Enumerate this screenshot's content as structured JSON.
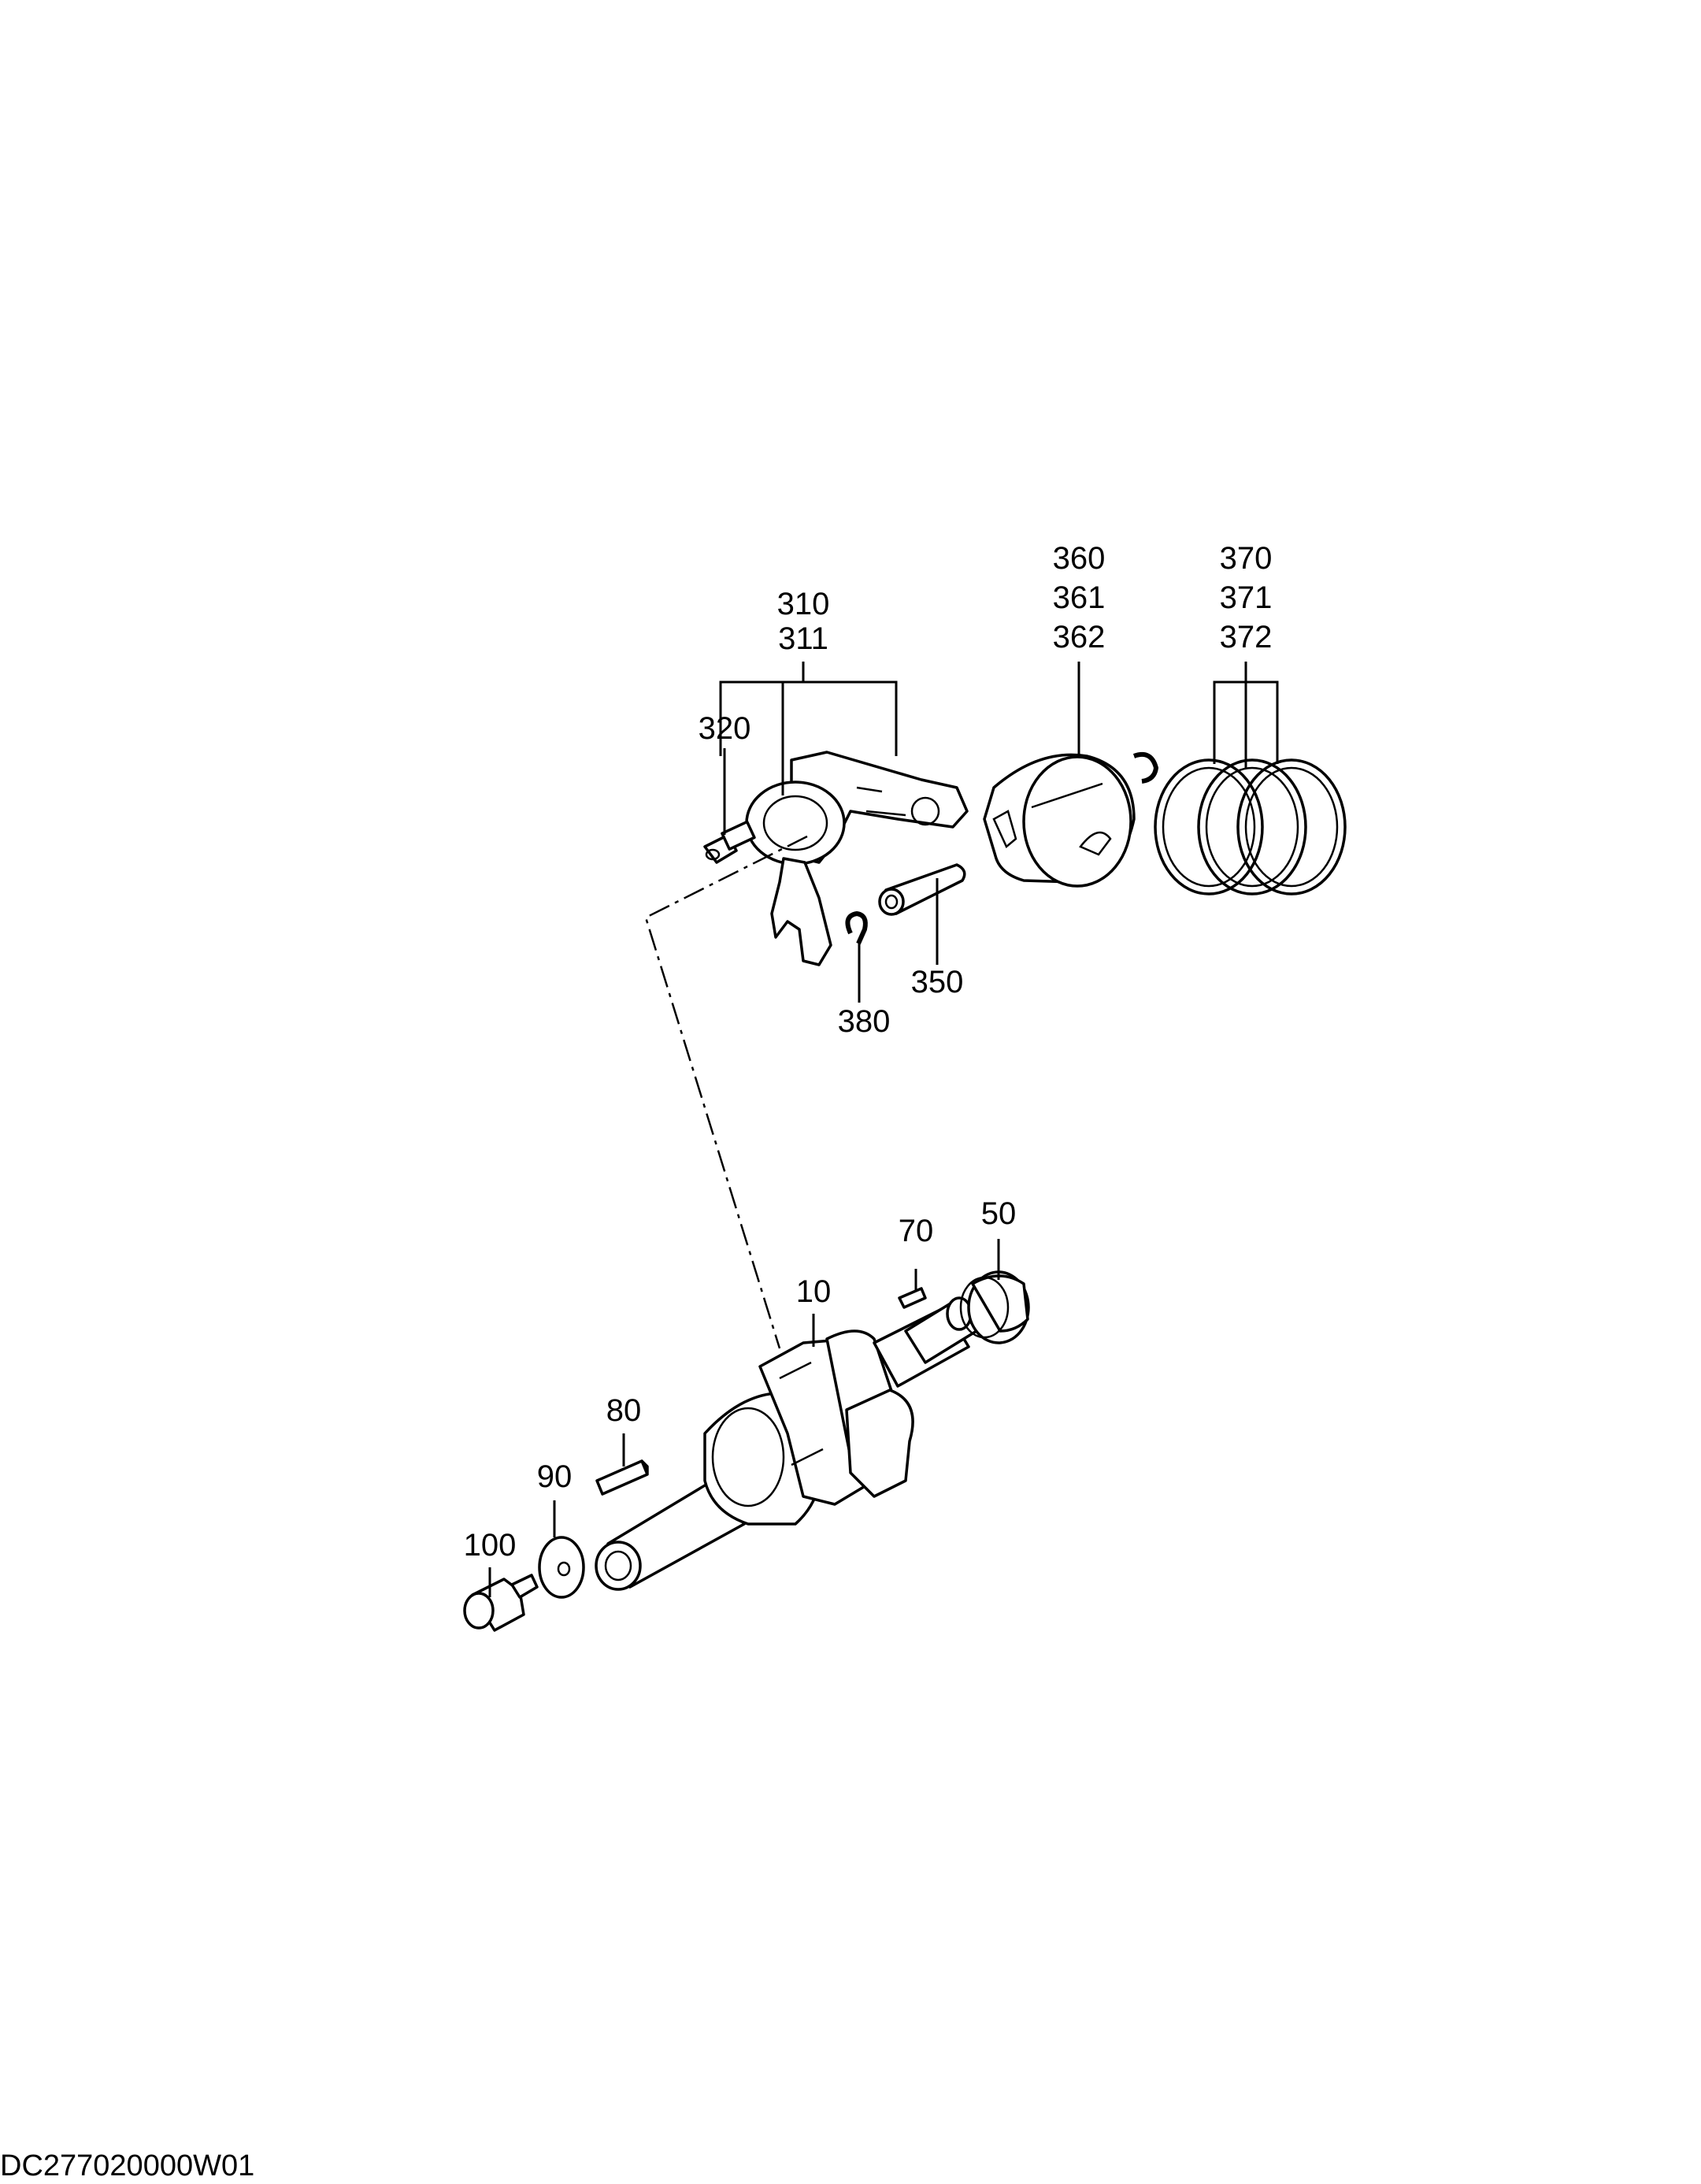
{
  "drawing_code": "DC277020000W01",
  "callouts": {
    "c310": [
      "310",
      "311"
    ],
    "c320": "320",
    "c350": "350",
    "c380": "380",
    "c360": [
      "360",
      "361",
      "362"
    ],
    "c370": [
      "370",
      "371",
      "372"
    ],
    "c10": "10",
    "c50": "50",
    "c70": "70",
    "c80": "80",
    "c90": "90",
    "c100": "100"
  }
}
